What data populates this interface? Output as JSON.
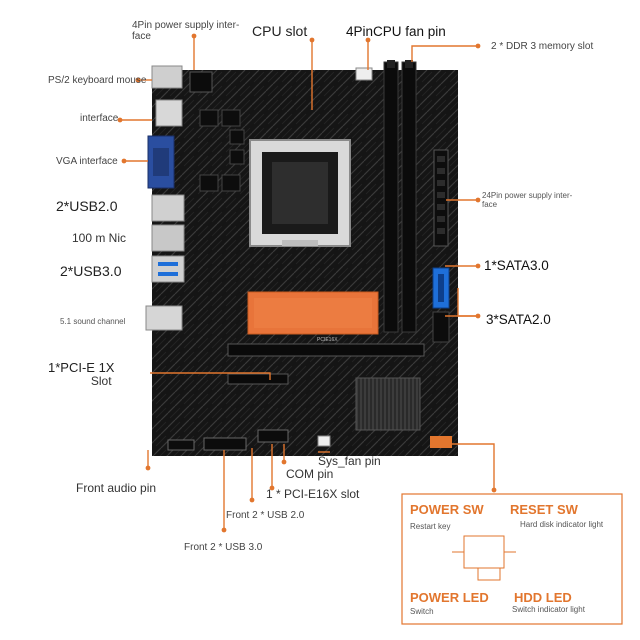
{
  "labels": {
    "power_4pin": [
      "4Pin power supply inter-",
      "face"
    ],
    "ps2": "PS/2 keyboard mouse",
    "interface": "interface",
    "vga": "VGA interface",
    "usb2": "2*USB2.0",
    "nic": "100 m Nic",
    "usb3": "2*USB3.0",
    "sound": "5.1 sound channel",
    "pcie1x": [
      "1*PCI-E 1X",
      "Slot"
    ],
    "front_audio": "Front audio pin",
    "front_usb2": "Front 2 * USB 2.0",
    "front_usb3": "Front 2 * USB 3.0",
    "pcie16x": "1 * PCI-E16X slot",
    "com": "COM pin",
    "sys_fan": "Sys_fan pin",
    "cpu_slot": "CPU slot",
    "cpu_fan": "4PinCPU fan pin",
    "ddr3": "2 * DDR 3 memory slot",
    "power_24pin": [
      "24Pin power supply inter-",
      "face"
    ],
    "sata3": "1*SATA3.0",
    "sata2": "3*SATA2.0"
  },
  "panel": {
    "power_sw": "POWER SW",
    "reset_sw": "RESET SW",
    "restart_key": "Restart key",
    "hdd_indicator": "Hard disk indicator light",
    "power_led": "POWER LED",
    "hdd_led": "HDD LED",
    "switch": "Switch",
    "switch_indicator": "Switch indicator light"
  },
  "board_marks": {
    "pcie_silk": "PCIE16X"
  },
  "colors": {
    "accent": "#e2762e",
    "board": "#141414",
    "heatsink": "#e8743a",
    "sata": "#1e6fd9"
  }
}
